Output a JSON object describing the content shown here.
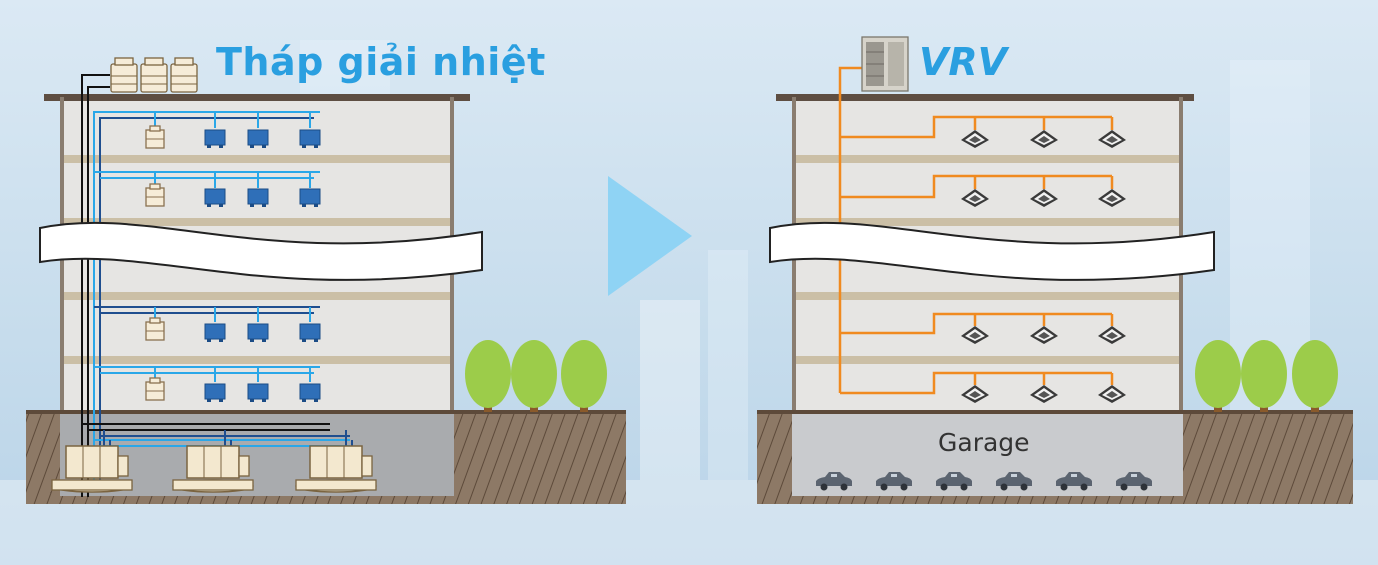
{
  "left_system": {
    "title": "Tháp giải nhiệt",
    "title_color": "#2a9fe0",
    "pipe_colors": [
      "#1f4e8f",
      "#2aa7e8",
      "#000000"
    ],
    "indoor_unit_color": "#2f6fb8"
  },
  "right_system": {
    "title": "VRV",
    "title_color": "#2a9fe0",
    "pipe_color": "#f08a20",
    "basement_label": "Garage"
  },
  "transition_arrow": {
    "color": "#8fd3f4",
    "icon": "play-triangle-icon"
  },
  "colors": {
    "building_wall": "#e9e8e6",
    "floor_slab": "#cbbfa6",
    "ground": "#8a7664",
    "tree_foliage": "#9ccc4a",
    "tree_trunk": "#8a5a2b",
    "sky_background": "#cfe4f2"
  }
}
